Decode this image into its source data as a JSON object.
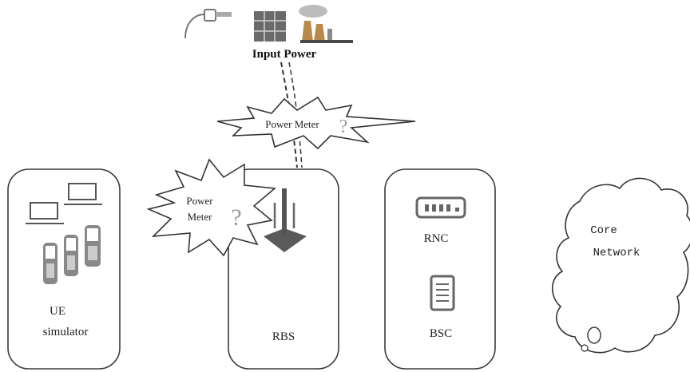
{
  "input_power": {
    "label": "Input Power",
    "sources": [
      "fuel-nozzle-icon",
      "solar-panel-icon",
      "power-plant-icon"
    ]
  },
  "power_meter_top": {
    "label": "Power Meter",
    "glyph": "?"
  },
  "power_meter_side": {
    "line1": "Power",
    "line2": "Meter",
    "glyph": "?"
  },
  "ue_box": {
    "line1": "UE",
    "line2": "simulator"
  },
  "rbs_box": {
    "label": "RBS"
  },
  "controller_box": {
    "rnc_label": "RNC",
    "bsc_label": "BSC"
  },
  "core_cloud": {
    "line1": "Core",
    "line2": "Network"
  },
  "colors": {
    "stroke": "#3a3a3a",
    "icon_fill": "#8a8a8a",
    "icon_dark": "#5c5c5c"
  }
}
